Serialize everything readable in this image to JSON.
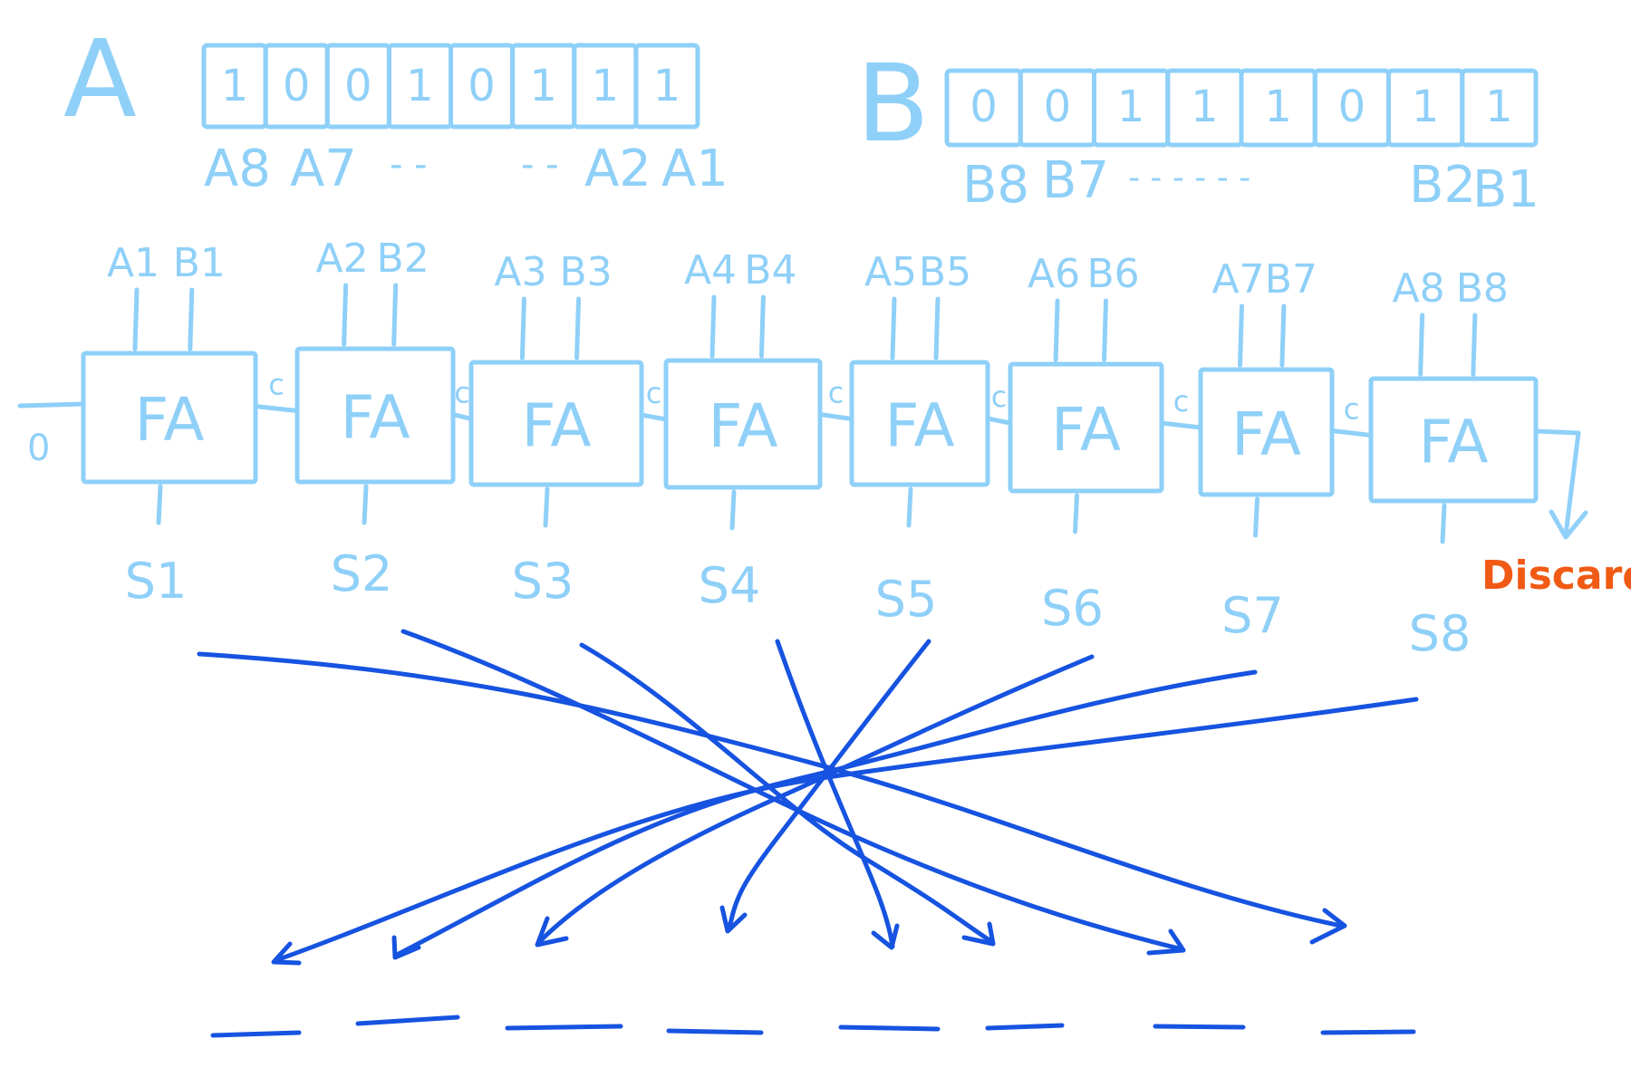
{
  "register_a": {
    "name": "A",
    "bits": [
      "1",
      "0",
      "0",
      "1",
      "0",
      "1",
      "1",
      "1"
    ],
    "bit_labels": [
      "A8",
      "A7",
      "- -",
      "- -",
      "A2",
      "A1"
    ]
  },
  "register_b": {
    "name": "B",
    "bits": [
      "0",
      "0",
      "1",
      "1",
      "1",
      "0",
      "1",
      "1"
    ],
    "bit_labels": [
      "B8",
      "B7",
      "- - - - - -",
      "B2",
      "B1"
    ]
  },
  "adders": [
    {
      "label": "FA",
      "a_in": "A1",
      "b_in": "B1",
      "sum": "S1"
    },
    {
      "label": "FA",
      "a_in": "A2",
      "b_in": "B2",
      "sum": "S2"
    },
    {
      "label": "FA",
      "a_in": "A3",
      "b_in": "B3",
      "sum": "S3"
    },
    {
      "label": "FA",
      "a_in": "A4",
      "b_in": "B4",
      "sum": "S4"
    },
    {
      "label": "FA",
      "a_in": "A5",
      "b_in": "B5",
      "sum": "S5"
    },
    {
      "label": "FA",
      "a_in": "A6",
      "b_in": "B6",
      "sum": "S6"
    },
    {
      "label": "FA",
      "a_in": "A7",
      "b_in": "B7",
      "sum": "S7"
    },
    {
      "label": "FA",
      "a_in": "A8",
      "b_in": "B8",
      "sum": "S8"
    }
  ],
  "carry_label": "c",
  "carry_in": "0",
  "overflow_label": "Discard",
  "colors": {
    "sketch": "#8fd0f8",
    "arrows": "#1653e0",
    "discard": "#f05a14",
    "background": "#ffffff"
  }
}
